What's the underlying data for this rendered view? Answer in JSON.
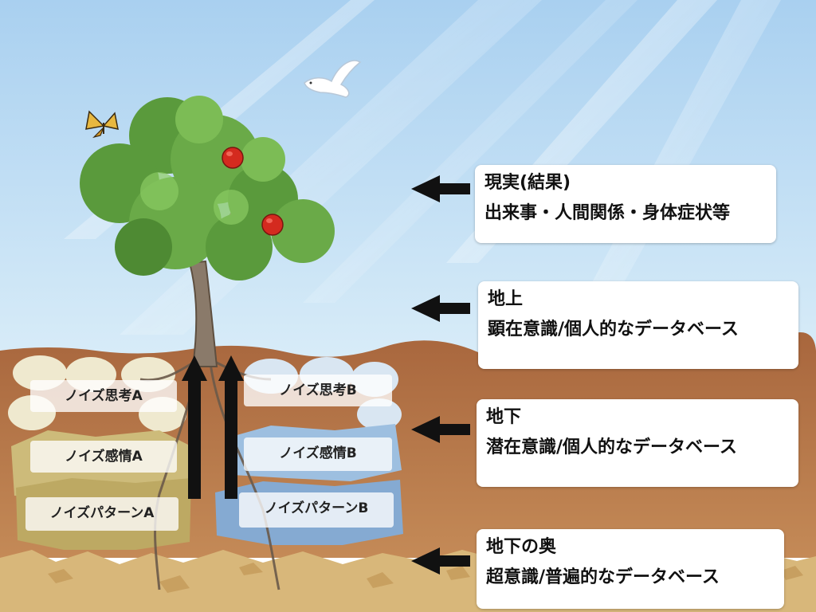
{
  "labels": {
    "reality": {
      "line1": "現実(結果)",
      "line2": "出来事・人間関係・身体症状等"
    },
    "ground": {
      "line1": "地上",
      "line2": "顕在意識/個人的なデータベース"
    },
    "underground": {
      "line1": "地下",
      "line2": "潜在意識/個人的なデータベース"
    },
    "deep": {
      "line1": "地下の奥",
      "line2": "超意識/普遍的なデータベース"
    }
  },
  "noise_a": {
    "thought": "ノイズ思考A",
    "emotion": "ノイズ感情A",
    "pattern": "ノイズパターンA"
  },
  "noise_b": {
    "thought": "ノイズ思考B",
    "emotion": "ノイズ感情B",
    "pattern": "ノイズパターンB"
  },
  "colors": {
    "sky_top": "#a9d0f0",
    "sky_bottom": "#d8ecf8",
    "soil": "#b87a4b",
    "deep_soil": "#d8b77a",
    "stones_a": "#cdbb7a",
    "stones_b": "#8fb4d8",
    "arrow": "#111111",
    "apple": "#d42a1f",
    "leaf": "#5a9a3c"
  }
}
